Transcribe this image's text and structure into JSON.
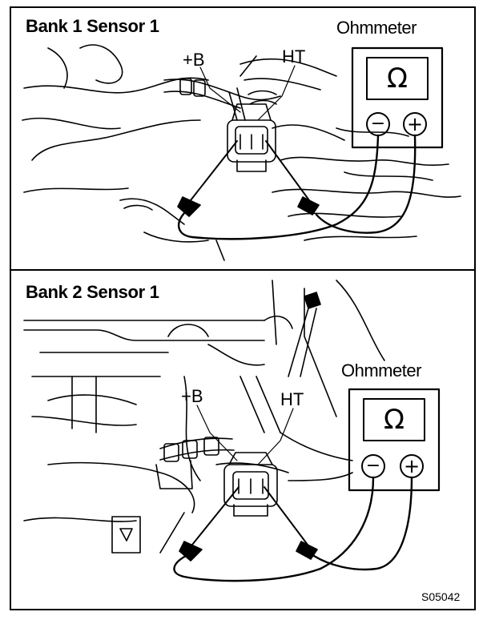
{
  "panels": [
    {
      "title": "Bank 1 Sensor 1",
      "meter_label": "Ohmmeter",
      "meter_symbol": "Ω",
      "terminal_negative": "−",
      "terminal_positive": "+",
      "pin_b": "+B",
      "pin_ht": "HT"
    },
    {
      "title": "Bank 2 Sensor 1",
      "meter_label": "Ohmmeter",
      "meter_symbol": "Ω",
      "terminal_negative": "−",
      "terminal_positive": "+",
      "pin_b": "+B",
      "pin_ht": "HT"
    }
  ],
  "figure_id": "S05042",
  "colors": {
    "ink": "#000000",
    "paper": "#ffffff"
  }
}
